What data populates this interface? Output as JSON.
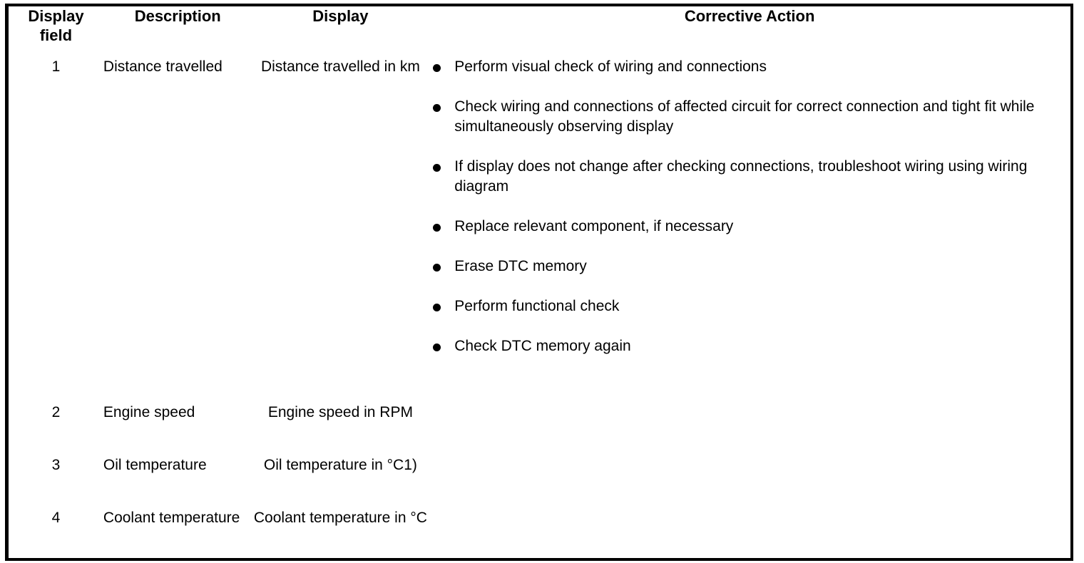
{
  "table": {
    "headers": [
      {
        "label": "Display\nfield",
        "name": "display-field"
      },
      {
        "label": "Description",
        "name": "description"
      },
      {
        "label": "Display",
        "name": "display"
      },
      {
        "label": "Corrective Action",
        "name": "corrective-action"
      }
    ],
    "header_labels": {
      "display_field_line1": "Display",
      "display_field_line2": "field",
      "description": "Description",
      "display": "Display",
      "corrective_action": "Corrective Action"
    },
    "rows": [
      {
        "field": "1",
        "description": "Distance travelled",
        "display": "Distance travelled in km",
        "corrective_action": [
          "Perform visual check of wiring and connections",
          "Check wiring and connections of affected circuit for correct connection and tight fit while simultaneously observing display",
          "If display does not change after checking connections, troubleshoot wiring using wiring diagram",
          "Replace relevant component, if necessary",
          "Erase DTC memory",
          "Perform functional check",
          "Check DTC memory again"
        ]
      },
      {
        "field": "2",
        "description": "Engine speed",
        "display": "Engine speed in RPM",
        "corrective_action": []
      },
      {
        "field": "3",
        "description": "Oil temperature",
        "display": "Oil temperature in °C1)",
        "corrective_action": []
      },
      {
        "field": "4",
        "description": "Coolant temperature",
        "display": "Coolant temperature in °C",
        "corrective_action": []
      }
    ]
  },
  "colors": {
    "border": "#000000",
    "text": "#000000",
    "background": "#ffffff"
  }
}
